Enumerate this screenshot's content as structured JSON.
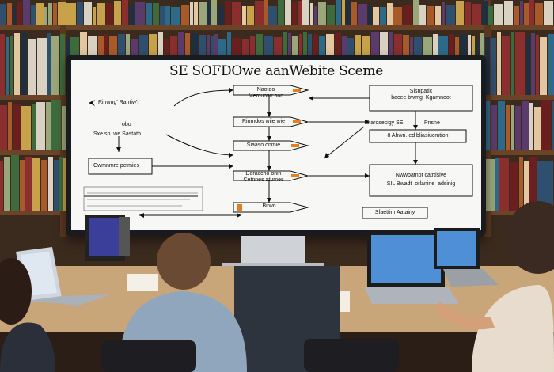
{
  "screen": {
    "title": "SE SOFDOwe aanWebite Sceme",
    "labels": {
      "left_1": "Rinwng'  Rantiw't",
      "left_2": "obo",
      "left_3": "Sxe  sp..we  Sastatb",
      "left_box": "Cwmnmre pctmies",
      "mid_1": "Naotdo\nMemuowr hon",
      "mid_2": "Rinmdos wiie wie",
      "mid_3": "Siaaso onmie",
      "mid_4": "Deraccho onin\nCetnnes atumes",
      "mid_5": "Bitwo",
      "mid_mid": "Siarosecigy  SE",
      "mid_right": "Pnsne",
      "right_1": "Sisnpatic\nbacee bwmg  Kgamnoot",
      "right_2": "8 Ahwn..ed  bliasiucmtion",
      "right_3": "Nwwbatnot catrtisive\nSIL Bwadt  orlanine  adsinig",
      "right_4": "Sfaettim Aatainy"
    }
  },
  "colors": {
    "wall": "#3b2a1e",
    "shelf": "#6b4428",
    "desk": "#c9a57a",
    "screen_bg": "#f7f7f5",
    "laptop_screen": "#4f8fd6"
  }
}
